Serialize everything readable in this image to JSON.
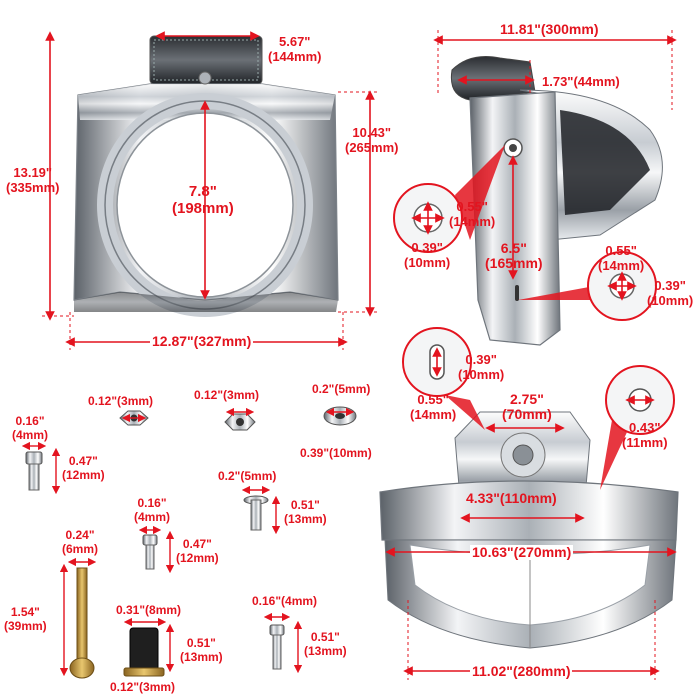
{
  "colors": {
    "dimension": "#e3141f",
    "chrome_light": "#f1f3f5",
    "chrome_mid": "#b9bec4",
    "chrome_dark": "#30343a",
    "brass": "#c9a14a",
    "rubber": "#222222",
    "background": "#ffffff"
  },
  "icons": {
    "part_main_front": "chrome-fairing-front-icon",
    "part_side": "chrome-fairing-side-icon",
    "part_bottom": "chrome-fairing-underside-icon",
    "hardware": "screw-nut-icon"
  },
  "dims": {
    "top_width": {
      "in": "5.67\"",
      "mm": "(144mm)"
    },
    "side_width": "11.81\"(300mm)",
    "height_total": {
      "in": "13.19\"",
      "mm": "(335mm)"
    },
    "height_inner": {
      "in": "10.43\"",
      "mm": "(265mm)"
    },
    "speaker_hole": {
      "in": "7.8\"",
      "mm": "(198mm)"
    },
    "bottom_width": "12.87\"(327mm)",
    "side_top": "1.73\"(44mm)",
    "side_hole_a": {
      "in": "0.55\"",
      "mm": "(14mm)"
    },
    "side_hole_b": {
      "in": "0.39\"",
      "mm": "(10mm)"
    },
    "side_span": {
      "in": "6.5\"",
      "mm": "(165mm)"
    },
    "side_hole_c": {
      "in": "0.55\"",
      "mm": "(14mm)"
    },
    "side_hole_d": {
      "in": "0.39\"",
      "mm": "(10mm)"
    },
    "slot_a": {
      "in": "0.39\"",
      "mm": "(10mm)"
    },
    "slot_b": {
      "in": "0.55\"",
      "mm": "(14mm)"
    },
    "bracket_span": {
      "in": "2.75\"",
      "mm": "(70mm)"
    },
    "round_hole": {
      "in": "0.43\"",
      "mm": "(11mm)"
    },
    "mount_span": "4.33\"(110mm)",
    "inner_width": "10.63\"(270mm)",
    "base_width": "11.02\"(280mm)"
  },
  "hardware": {
    "nut1_thickness": "0.12\"(3mm)",
    "nut2_thickness": "0.12\"(3mm)",
    "washer_thickness": "0.2\"(5mm)",
    "washer_diameter": "0.39\"(10mm)",
    "screw1": {
      "d_in": "0.16\"",
      "d_mm": "(4mm)",
      "l_in": "0.47\"",
      "l_mm": "(12mm)"
    },
    "screw2": {
      "d_in": "0.16\"",
      "d_mm": "(4mm)",
      "l_in": "0.47\"",
      "l_mm": "(12mm)"
    },
    "screw3": {
      "d": "0.2\"(5mm)",
      "l_in": "0.51\"",
      "l_mm": "(13mm)"
    },
    "bolt": {
      "d_in": "0.24\"",
      "d_mm": "(6mm)",
      "l_in": "1.54\"",
      "l_mm": "(39mm)"
    },
    "wellnut": {
      "d": "0.31\"(8mm)",
      "l_in": "0.51\"",
      "l_mm": "(13mm)",
      "flange": "0.12\"(3mm)"
    },
    "screw4": {
      "d": "0.16\"(4mm)",
      "l_in": "0.51\"",
      "l_mm": "(13mm)"
    }
  }
}
